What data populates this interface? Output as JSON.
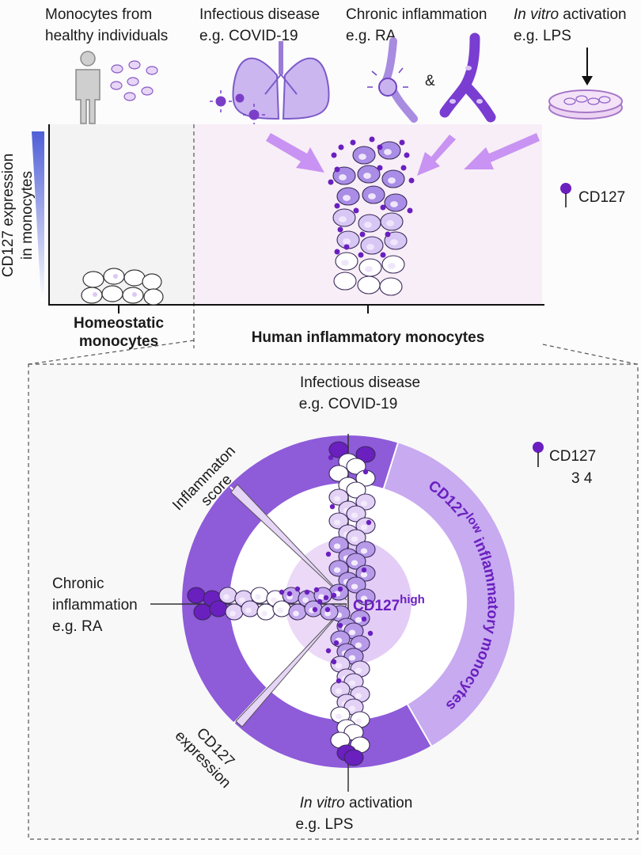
{
  "top_panel": {
    "sources": [
      {
        "line1": "Monocytes from",
        "line2": "healthy individuals"
      },
      {
        "line1": "Infectious disease",
        "line2": "e.g. COVID-19"
      },
      {
        "line1": "Chronic inflammation",
        "line2": "e.g. RA",
        "connector": "&"
      },
      {
        "line1_italic": "In vitro",
        "line1_rest": " activation",
        "line2": "e.g. LPS"
      }
    ],
    "y_axis_label_line1": "CD127 expression",
    "y_axis_label_line2": "in monocytes",
    "x_labels": {
      "homeostatic_line1": "Homeostatic",
      "homeostatic_line2": "monocytes",
      "inflammatory": "Human inflammatory monocytes"
    },
    "legend": "CD127"
  },
  "bottom_panel": {
    "top_label_line1": "Infectious disease",
    "top_label_line2": "e.g. COVID-19",
    "left_label_line1": "Chronic",
    "left_label_line2": "inflammation",
    "left_label_line3": "e.g. RA",
    "bottom_label_line1_italic": "In vitro",
    "bottom_label_line1_rest": " activation",
    "bottom_label_line2": "e.g. LPS",
    "inflammation_score_line1": "Inflammaton",
    "inflammation_score_line2": "score",
    "cd127_expression_line1": "CD127",
    "cd127_expression_line2": "expression",
    "center_label": "CD127",
    "center_label_sup": "high",
    "ring_label": "CD127",
    "ring_label_sup": "low",
    "ring_label_rest": " inflammatory monocytes",
    "legend": "CD127",
    "legend_numbers": "3  4"
  },
  "colors": {
    "dark_purple": "#6a1fbf",
    "ring_purple": "#8e5bd9",
    "light_ring": "#c4a7ee",
    "cell_fill": "#d7c5f2",
    "pale_background": "#f7f0f8",
    "arrow": "#c58cf0"
  }
}
